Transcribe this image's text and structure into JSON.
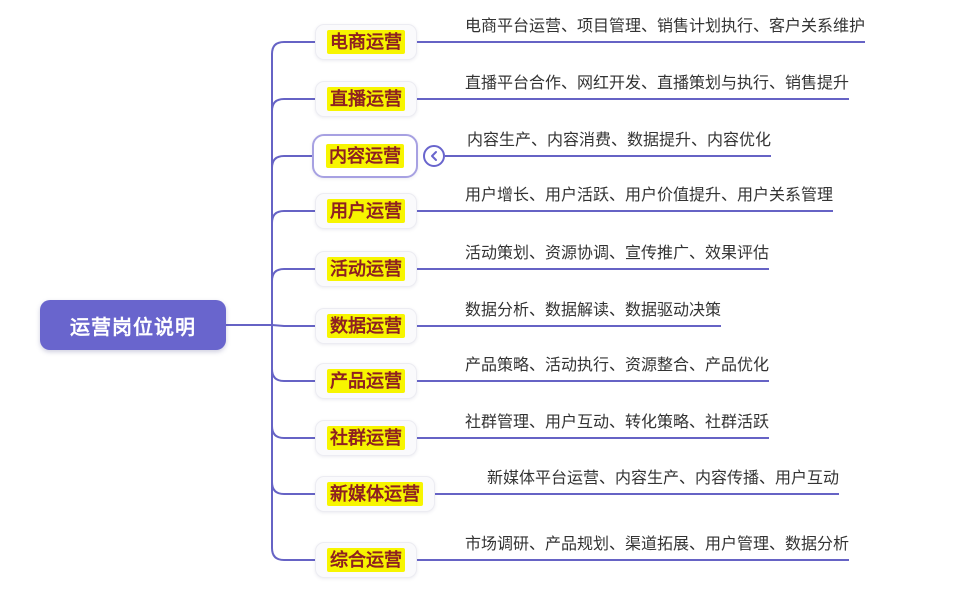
{
  "title": "运营岗位说明",
  "colors": {
    "root_bg": "#6965cd",
    "root_text": "#ffffff",
    "branch_line": "#6663c5",
    "label_highlight": "#f7f500",
    "label_text": "#8e2121",
    "description_text": "#333333",
    "collapsed_node_border": "#a7a1e2"
  },
  "collapse_icon": "chevron-left",
  "branches": [
    {
      "label": "电商运营",
      "description": "电商平台运营、项目管理、销售计划执行、客户关系维护"
    },
    {
      "label": "直播运营",
      "description": "直播平台合作、网红开发、直播策划与执行、销售提升"
    },
    {
      "label": "内容运营",
      "description": "内容生产、内容消费、数据提升、内容优化",
      "has_collapse_toggle": true
    },
    {
      "label": "用户运营",
      "description": "用户增长、用户活跃、用户价值提升、用户关系管理"
    },
    {
      "label": "活动运营",
      "description": "活动策划、资源协调、宣传推广、效果评估"
    },
    {
      "label": "数据运营",
      "description": "数据分析、数据解读、数据驱动决策"
    },
    {
      "label": "产品运营",
      "description": "产品策略、活动执行、资源整合、产品优化"
    },
    {
      "label": "社群运营",
      "description": "社群管理、用户互动、转化策略、社群活跃"
    },
    {
      "label": "新媒体运营",
      "description": "新媒体平台运营、内容生产、内容传播、用户互动"
    },
    {
      "label": "综合运营",
      "description": "市场调研、产品规划、渠道拓展、用户管理、数据分析"
    }
  ]
}
